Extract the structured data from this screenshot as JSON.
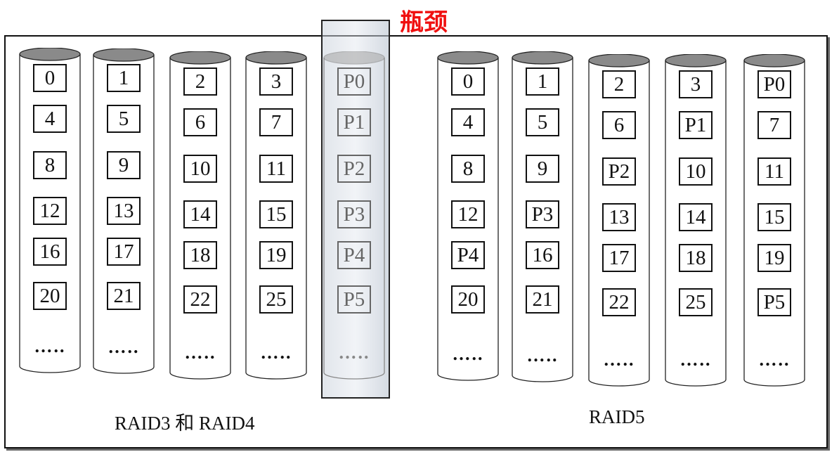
{
  "bottleneck_label": "瓶颈",
  "raid34": {
    "label": "RAID3 和 RAID4",
    "disks": [
      [
        "0",
        "4",
        "8",
        "12",
        "16",
        "20"
      ],
      [
        "1",
        "5",
        "9",
        "13",
        "17",
        "21"
      ],
      [
        "2",
        "6",
        "10",
        "14",
        "18",
        "22"
      ],
      [
        "3",
        "7",
        "11",
        "15",
        "19",
        "25"
      ],
      [
        "P0",
        "P1",
        "P2",
        "P3",
        "P4",
        "P5"
      ]
    ]
  },
  "raid5": {
    "label": "RAID5",
    "disks": [
      [
        "0",
        "4",
        "8",
        "12",
        "P4",
        "20"
      ],
      [
        "1",
        "5",
        "9",
        "P3",
        "16",
        "21"
      ],
      [
        "2",
        "6",
        "P2",
        "13",
        "17",
        "22"
      ],
      [
        "3",
        "P1",
        "10",
        "14",
        "18",
        "25"
      ],
      [
        "P0",
        "7",
        "11",
        "15",
        "19",
        "P5"
      ]
    ]
  },
  "ellipsis": "….."
}
